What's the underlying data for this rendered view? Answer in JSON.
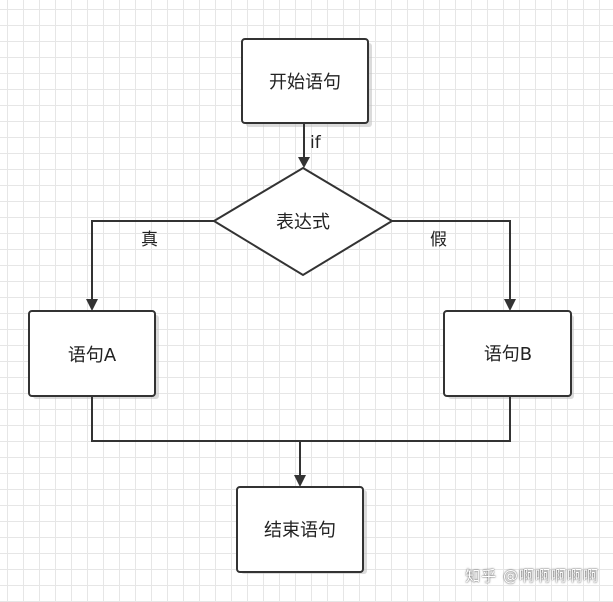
{
  "diagram": {
    "nodes": {
      "start": "开始语句",
      "condition": "表达式",
      "branch_a": "语句A",
      "branch_b": "语句B",
      "end": "结束语句"
    },
    "edge_labels": {
      "if": "if",
      "true": "真",
      "false": "假"
    }
  },
  "watermark": "知乎 @啊啊啊啊啊",
  "colors": {
    "stroke": "#333333",
    "grid": "#e6e6e6",
    "background": "#ffffff"
  }
}
